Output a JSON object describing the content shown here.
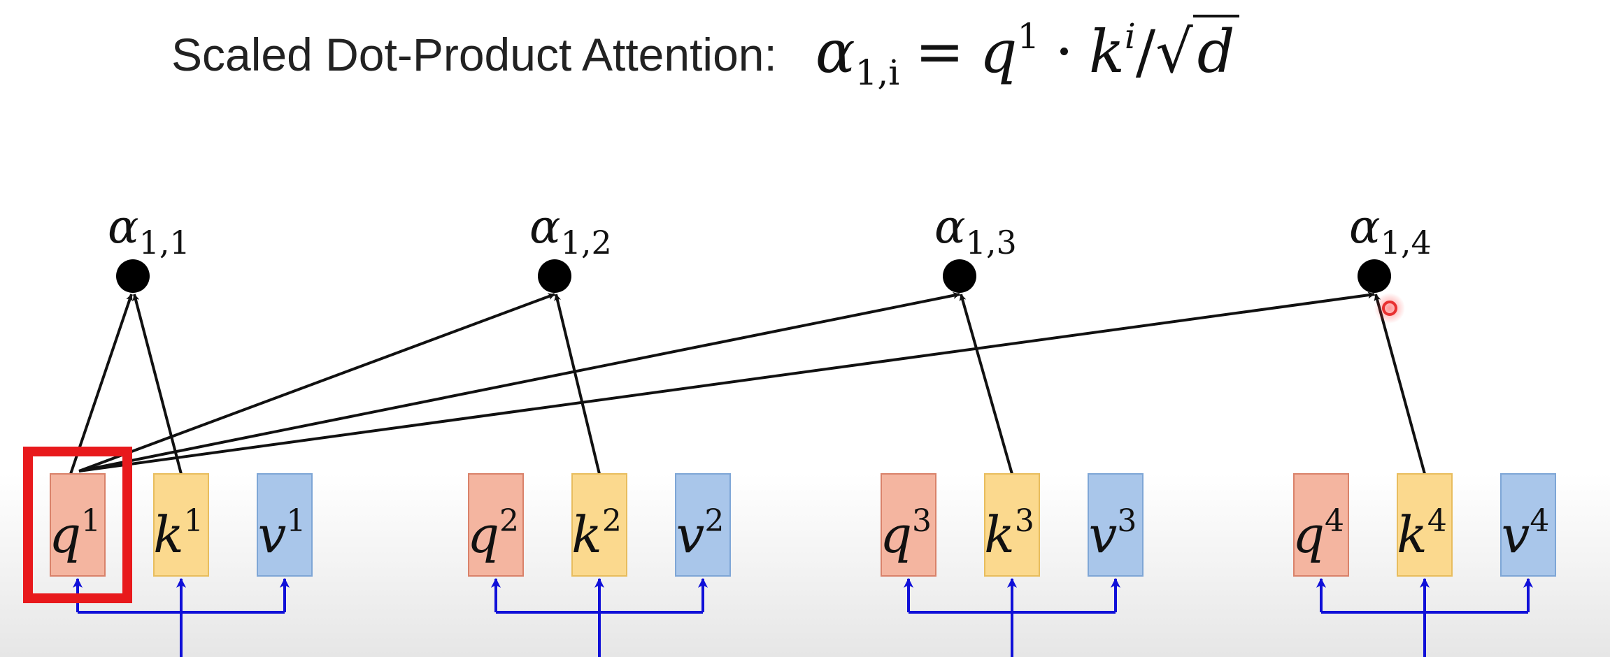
{
  "title": {
    "label": "Scaled Dot-Product Attention:",
    "formula": {
      "alpha": "α",
      "alpha_sub": "1,i",
      "equals": "=",
      "q": "q",
      "q_sup": "1",
      "dot": "·",
      "k": "k",
      "k_sup": "i",
      "slash": "/",
      "sqrt": "√",
      "d": "d"
    }
  },
  "groups": [
    {
      "index": "1",
      "q": "q",
      "k": "k",
      "v": "v",
      "alpha": "α",
      "alpha_sub": "1,1",
      "query_highlighted": true
    },
    {
      "index": "2",
      "q": "q",
      "k": "k",
      "v": "v",
      "alpha": "α",
      "alpha_sub": "1,2",
      "query_highlighted": false
    },
    {
      "index": "3",
      "q": "q",
      "k": "k",
      "v": "v",
      "alpha": "α",
      "alpha_sub": "1,3",
      "query_highlighted": false
    },
    {
      "index": "4",
      "q": "q",
      "k": "k",
      "v": "v",
      "alpha": "α",
      "alpha_sub": "1,4",
      "query_highlighted": false
    }
  ],
  "colors": {
    "query_fill": "#f4b5a0",
    "query_stroke": "#d9826a",
    "key_fill": "#fbd98e",
    "key_stroke": "#e8bd5e",
    "value_fill": "#a9c6ea",
    "value_stroke": "#7ea6d6",
    "highlight": "#e8191c",
    "arrow": "#111111",
    "input_arrow": "#1010d8",
    "node": "#000000",
    "cursor": "#e83030"
  },
  "cursor": {
    "visible": true
  }
}
